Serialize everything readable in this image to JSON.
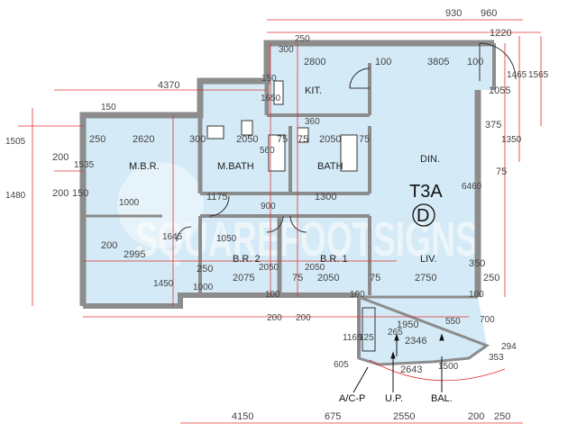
{
  "unit": {
    "type": "T3A",
    "flat": "D"
  },
  "watermark": "SQUAREFOOTSIGNS",
  "rooms": {
    "kit": "KIT.",
    "din": "DIN.",
    "mbr": "M.B.R.",
    "mbath": "M.BATH",
    "bath": "BATH",
    "br2": "B.R. 2",
    "br1": "B.R. 1",
    "liv": "LIV."
  },
  "labels": {
    "acp": "A/C-P",
    "up": "U.P.",
    "bal": "BAL."
  },
  "dims": {
    "d930": "930",
    "d960": "960",
    "d1220": "1220",
    "d250a": "250",
    "d300a": "300",
    "d2800": "2800",
    "d100a": "100",
    "d3805": "3805",
    "d100b": "100",
    "d1465": "1465",
    "d1565": "1565",
    "d1055": "1055",
    "d150a": "150",
    "d4370": "4370",
    "d1650": "1650",
    "d375": "375",
    "d1350": "1350",
    "d360": "360",
    "d150b": "150",
    "d1505": "1505",
    "d250b": "250",
    "d2620": "2620",
    "d300b": "300",
    "d2050a": "2050",
    "d75a": "75",
    "d560": "560",
    "d75b": "75",
    "d2050b": "2050",
    "d75c": "75",
    "d200a": "200",
    "d1535": "1535",
    "d6460": "6460",
    "d75d": "75",
    "d1480": "1480",
    "d200b": "200",
    "d150c": "150",
    "d1175": "1175",
    "d1300": "1300",
    "d900": "900",
    "d1000a": "1000",
    "d200c": "200",
    "d1645": "1645",
    "d1050": "1050",
    "d2995": "2995",
    "d2050c": "2050",
    "d2050d": "2050",
    "d350": "350",
    "d250c": "250",
    "d1450": "1450",
    "d1000b": "1000",
    "d2075": "2075",
    "d75e": "75",
    "d2050e": "2050",
    "d75f": "75",
    "d2750": "2750",
    "d250d": "250",
    "d100c": "100",
    "d100d": "100",
    "d100e": "100",
    "d200d": "200",
    "d200e": "200",
    "d1165": "1165",
    "d125": "125",
    "d265": "265",
    "d1950": "1950",
    "d550": "550",
    "d700": "700",
    "d2346": "2346",
    "d294": "294",
    "d605": "605",
    "d2643": "2643",
    "d1500": "1500",
    "d353": "353",
    "d4150": "4150",
    "d675": "675",
    "d2550": "2550",
    "d200f": "200",
    "d250e": "250"
  },
  "colors": {
    "wall": "#8c8c8c",
    "floor": "#d4eaf6",
    "dimline": "#e03030",
    "text": "#333333"
  }
}
